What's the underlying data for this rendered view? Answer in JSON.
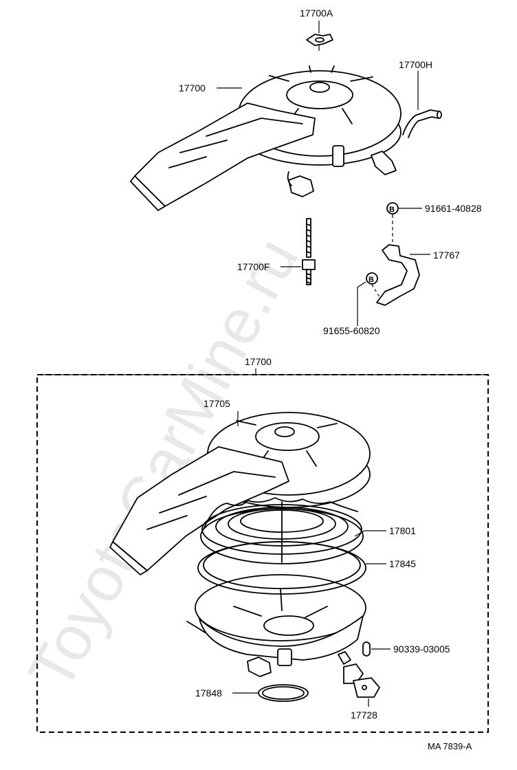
{
  "watermark": "ToyotaCarMine.ru",
  "upper_assembly": {
    "labels": {
      "wing_nut": "17700A",
      "hose": "17700H",
      "assembly": "17700",
      "bolt_b1": "91661-40828",
      "bracket": "17767",
      "stud": "17700F",
      "bolt_b2": "91655-60820"
    },
    "bolt_marker": "B"
  },
  "lower_assembly": {
    "group_label": "17700",
    "labels": {
      "cap": "17705",
      "element": "17801",
      "gasket": "17845",
      "pin": "90339-03005",
      "ring": "17848",
      "valve": "17728"
    }
  },
  "diagram_code": "MA  7839-A"
}
